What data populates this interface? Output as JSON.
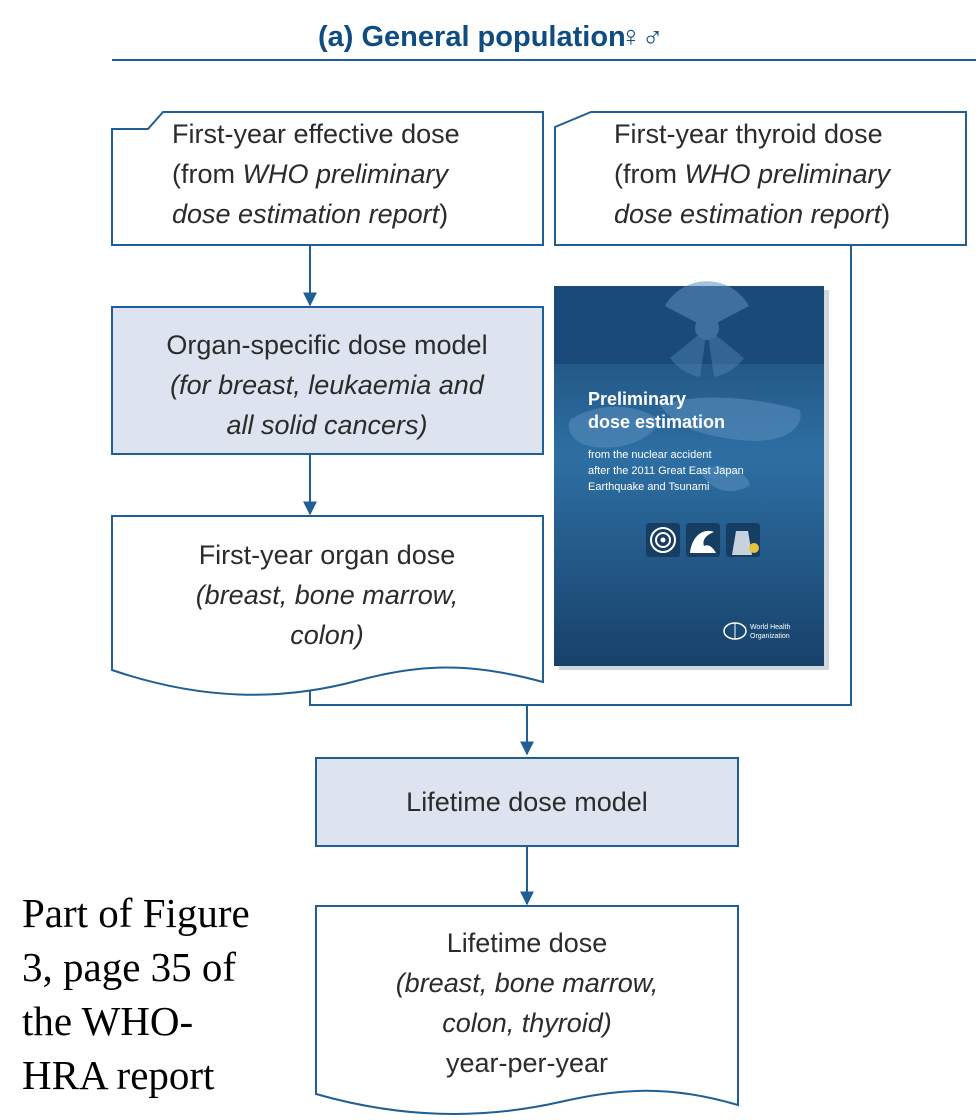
{
  "title": "(a) General population",
  "title_symbols": "♀♂",
  "boxes": {
    "effective_dose": {
      "line1": "First-year effective dose",
      "line2_pre": "(from ",
      "line2_em": "WHO preliminary",
      "line3_em": "dose estimation report",
      "line3_post": ")"
    },
    "thyroid_dose": {
      "line1": "First-year thyroid dose",
      "line2_pre": "(from ",
      "line2_em": "WHO preliminary",
      "line3_em": "dose estimation report",
      "line3_post": ")"
    },
    "organ_model": {
      "line1": "Organ-specific dose model",
      "line2": "(for breast, leukaemia and",
      "line3": "all solid cancers)"
    },
    "organ_dose": {
      "line1": "First-year organ dose",
      "line2": "(breast, bone marrow,",
      "line3": "colon)"
    },
    "lifetime_model": {
      "line1": "Lifetime dose model"
    },
    "lifetime_dose": {
      "line1": "Lifetime dose",
      "line2": "(breast, bone marrow,",
      "line3": "colon, thyroid)",
      "line4": "year-per-year"
    }
  },
  "report_cover": {
    "heading1": "Preliminary",
    "heading2": "dose estimation",
    "sub1": "from the nuclear accident",
    "sub2": "after the 2011 Great East Japan",
    "sub3": "Earthquake and Tsunami",
    "publisher1": "World Health",
    "publisher2": "Organization"
  },
  "caption": {
    "line1": "Part of Figure",
    "line2": "3, page 35 of",
    "line3": "the WHO-",
    "line4": "HRA report"
  },
  "colors": {
    "line": "#1f5f95",
    "title": "#0f4c81",
    "shaded_box": "#dde4ef",
    "cover_dark": "#1b4a76",
    "cover_mid": "#2f75aa"
  }
}
